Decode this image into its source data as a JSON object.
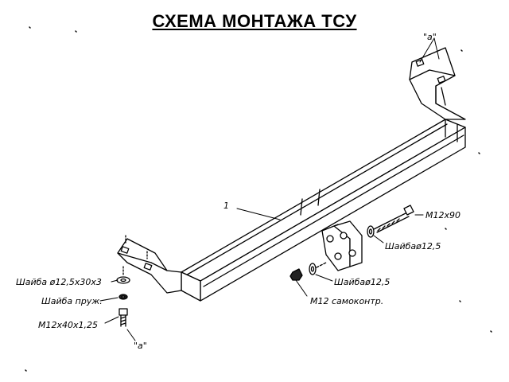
{
  "title": "СХЕМА МОНТАЖА ТСУ",
  "callouts": {
    "part_number": "1",
    "mark_top": "\"a\"",
    "mark_bottom": "\"a\"",
    "bolt_m12x90": "M12x90",
    "washer_top_right": "Шайбаø12,5",
    "washer_mid_right": "Шайбаø12,5",
    "nut": "M12 самоконтр.",
    "washer_big": "Шайба ø12,5x30x3",
    "washer_spring": "Шайба пруж.",
    "bolt_m12x40": "M12x40x1,25"
  },
  "colors": {
    "line": "#000000",
    "background": "#ffffff"
  }
}
